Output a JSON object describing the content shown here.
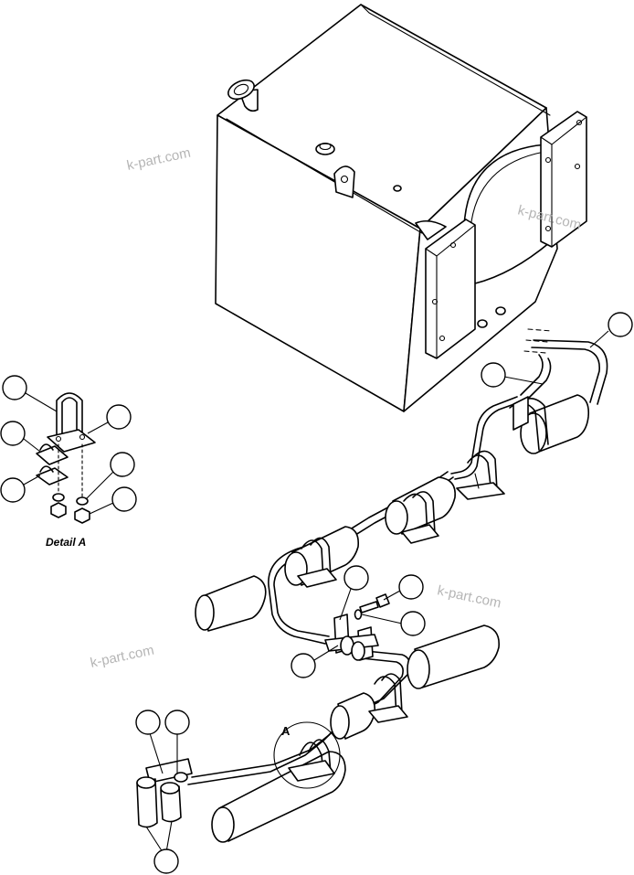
{
  "detail_label": "Detail A",
  "detail_marker": "A",
  "watermarks": [
    "k-part.com",
    "k-part.com",
    "k-part.com",
    "k-part.com"
  ]
}
